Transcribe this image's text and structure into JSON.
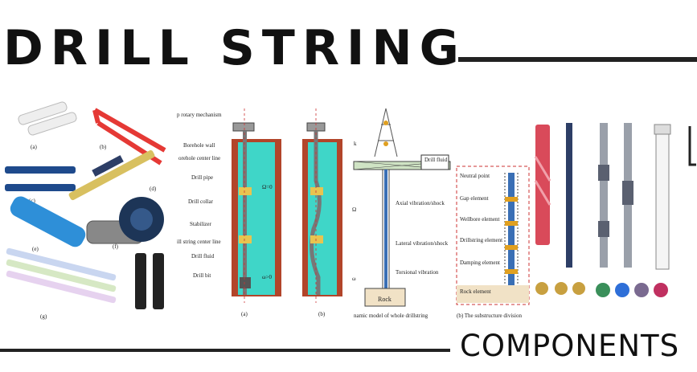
{
  "header": {
    "title": "DRILL STRING"
  },
  "footer": {
    "subtitle": "COMPONENTS"
  },
  "panel_a": {
    "labels": [
      "(a)",
      "(b)",
      "(c)",
      "(d)",
      "(e)",
      "(f)",
      "(g)"
    ]
  },
  "panel_b": {
    "labels": [
      "p rotary mechanism",
      "Borehole wall",
      "orehole center line",
      "Drill pipe",
      "Drill collar",
      "Stabilizer",
      "ill string center line",
      "Drill fluid",
      "Drill bit"
    ],
    "omega0": "Ω=0",
    "omega1": "ω>0",
    "caption_a": "(a)",
    "caption_b": "(b)"
  },
  "panel_c": {
    "labels": [
      "k",
      "Drill fluid",
      "Ω",
      "Axial vibration/shock",
      "Lateral vibration/shock",
      "Torsional vibration",
      "Rock",
      "ω"
    ],
    "caption": "namic model of whole drillstring"
  },
  "panel_d": {
    "labels": [
      "Neutral point",
      "Gap element",
      "Wellbore element",
      "Drillstring element",
      "Damping element",
      "Rock element"
    ],
    "caption": "(b) The substructure division"
  }
}
